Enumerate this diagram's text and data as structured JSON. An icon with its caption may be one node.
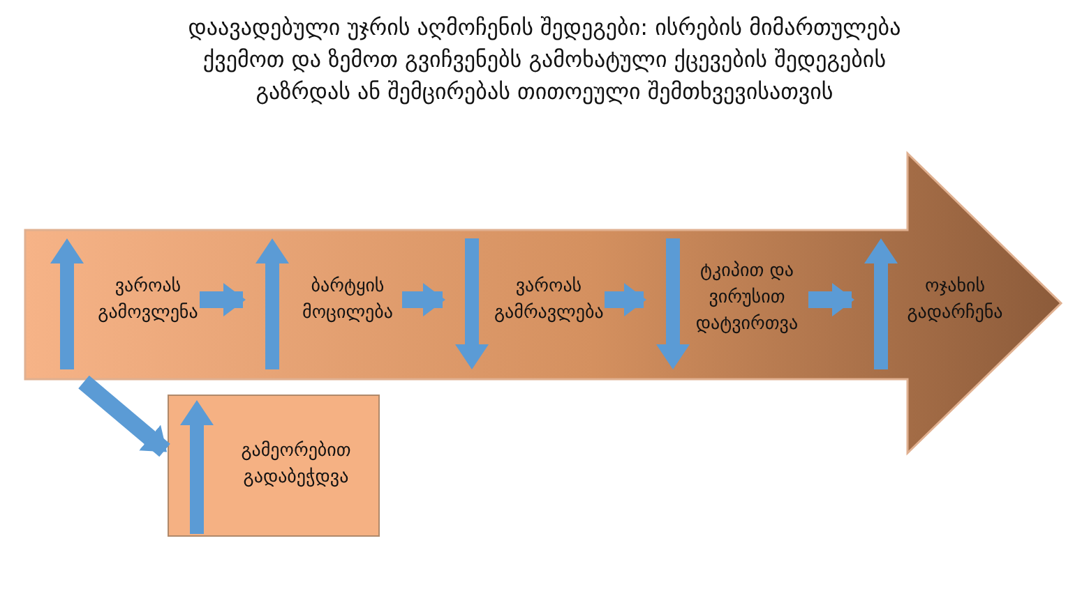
{
  "diagram": {
    "title": "დაავადებული უჯრის  აღმოჩენის შედეგები: ისრების მიმართულება ქვემოთ და ზემოთ გვიჩვენებს გამოხატული ქცევების შედეგების გაზრდას ან შემცირებას თითოეული შემთხვევისათვის",
    "nodes": [
      {
        "text": [],
        "shape": "arrow"
      },
      {
        "text": [
          "ვაროას გამოვლენა"
        ],
        "in": 0
      },
      {
        "text": [
          "ბარტყის მოცილება"
        ],
        "in": 0
      },
      {
        "text": [
          "ვაროას გამრავლება"
        ],
        "in": 0
      },
      {
        "text": [
          "ტკიპით და ვირუსით დატვირთვა"
        ],
        "in": 0
      },
      {
        "text": [
          "ოჯახის გადარჩენა"
        ],
        "in": 0
      },
      {
        "text": [
          "გამეორებით გადაბეჭდვა"
        ]
      }
    ],
    "edges": [
      {
        "from": 1,
        "to": 2,
        "arrow": "to"
      },
      {
        "from": 2,
        "to": 3,
        "arrow": "to"
      },
      {
        "from": 3,
        "to": 4,
        "arrow": "to"
      },
      {
        "from": 4,
        "to": 5,
        "arrow": "to"
      },
      {
        "from": 0,
        "to": 6,
        "arrow": "to"
      }
    ]
  }
}
